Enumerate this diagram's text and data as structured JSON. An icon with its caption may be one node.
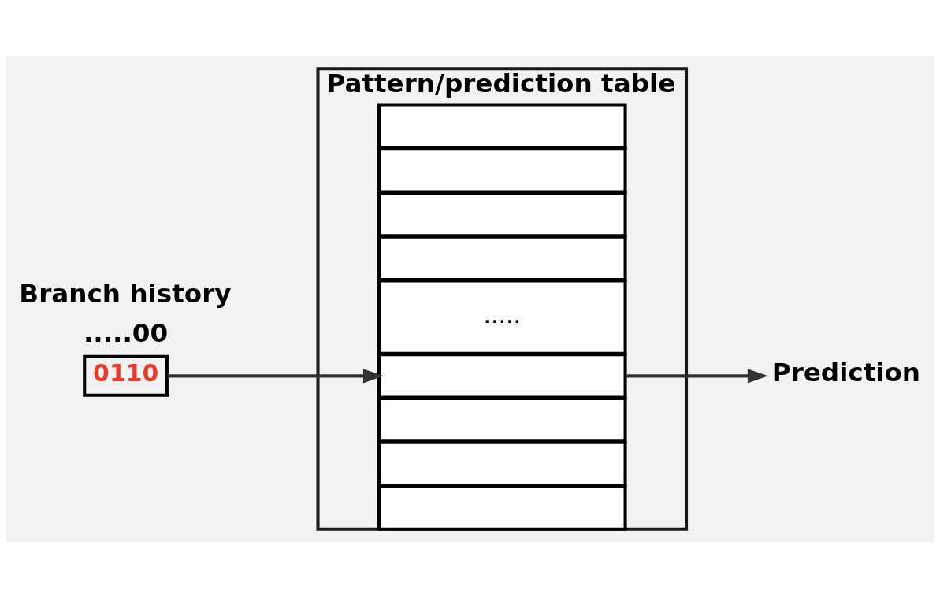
{
  "diagram": {
    "nodes": [
      {
        "text": [
          "Pattern/prediction table"
        ]
      },
      {
        "text": [],
        "shape": "box",
        "in": 0
      },
      {
        "text": [],
        "shape": "box",
        "in": 0
      },
      {
        "text": [],
        "shape": "box",
        "in": 0
      },
      {
        "text": [],
        "shape": "box",
        "in": 0
      },
      {
        "text": [
          "....."
        ],
        "in": 0
      },
      {
        "text": [],
        "shape": "box",
        "in": 0
      },
      {
        "text": [],
        "shape": "box",
        "in": 0
      },
      {
        "text": [],
        "shape": "box",
        "in": 0
      },
      {
        "text": [],
        "shape": "box",
        "in": 0
      },
      {
        "text": [
          "0110"
        ],
        "beside": [
          "Branch history",
          ".....00"
        ]
      },
      {
        "text": [
          "Prediction"
        ]
      }
    ],
    "edges": [
      {
        "from": 10,
        "to": 6,
        "arrow": "to"
      },
      {
        "from": 6,
        "to": 11,
        "arrow": "to"
      }
    ]
  }
}
